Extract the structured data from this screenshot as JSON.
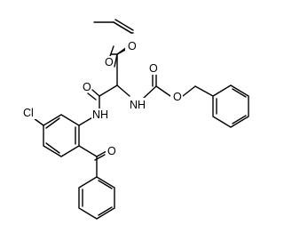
{
  "atoms": {
    "ester_o_carbonyl": "O",
    "ester_o_ether": "O",
    "amide_o": "O",
    "carbamate_o_carbonyl": "O",
    "carbamate_o_ether": "O",
    "carbamate_nh": "NH",
    "anilide_nh": "NH",
    "chloro": "Cl",
    "ketone_o": "O"
  }
}
